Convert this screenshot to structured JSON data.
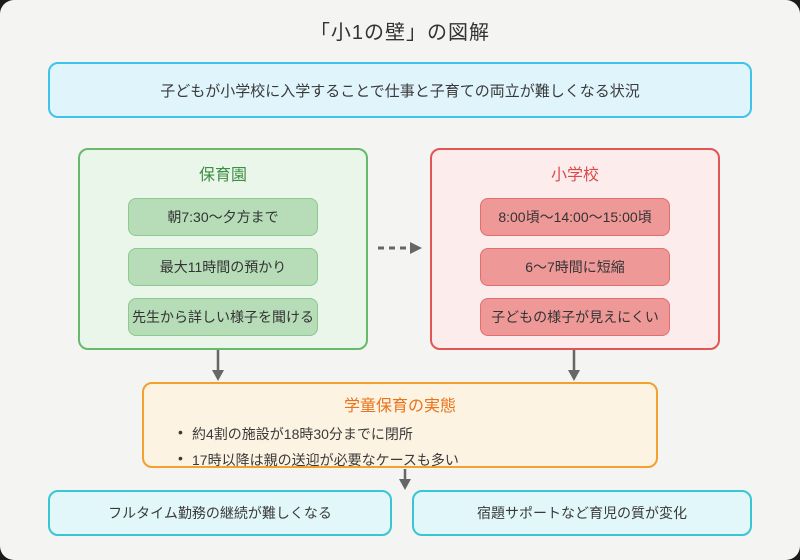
{
  "page": {
    "title": "「小1の壁」の図解"
  },
  "summary": {
    "text": "子どもが小学校に入学することで仕事と子育ての両立が難しくなる状況"
  },
  "nursery": {
    "title": "保育園",
    "items": [
      "朝7:30〜夕方まで",
      "最大11時間の預かり",
      "先生から詳しい様子を聞ける"
    ]
  },
  "elementary": {
    "title": "小学校",
    "items": [
      "8:00頃〜14:00〜15:00頃",
      "6〜7時間に短縮",
      "子どもの様子が見えにくい"
    ]
  },
  "afterschool": {
    "title": "学童保育の実態",
    "bullets": [
      "約4割の施設が18時30分までに閉所",
      "17時以降は親の送迎が必要なケースも多い"
    ]
  },
  "outcomes": {
    "left": "フルタイム勤務の継続が難しくなる",
    "right": "宿題サポートなど育児の質が変化"
  },
  "icons": {
    "nursery_to_elementary": "dashed-right-arrow",
    "nursery_to_afterschool": "down-arrow",
    "elementary_to_afterschool": "down-arrow",
    "afterschool_to_outcomes": "down-arrow"
  },
  "colors": {
    "canvas_background": "#f4f4f2",
    "summary_border": "#3fc3ea",
    "summary_fill": "#e0f4fc",
    "nursery_border": "#68b96c",
    "nursery_fill": "#eaf6ea",
    "nursery_item_fill": "#b7dcb8",
    "nursery_title_text": "#3e8e44",
    "elementary_border": "#e25555",
    "elementary_fill": "#fdecec",
    "elementary_item_fill": "#ef9898",
    "elementary_title_text": "#d94b4b",
    "afterschool_border": "#f2a02e",
    "afterschool_fill": "#fdf3e2",
    "afterschool_title_text": "#e8731a",
    "outcome_border": "#38c5d4",
    "outcome_fill": "#e2f7f9",
    "arrow": "#666666",
    "body_text": "#3a3a3a"
  }
}
